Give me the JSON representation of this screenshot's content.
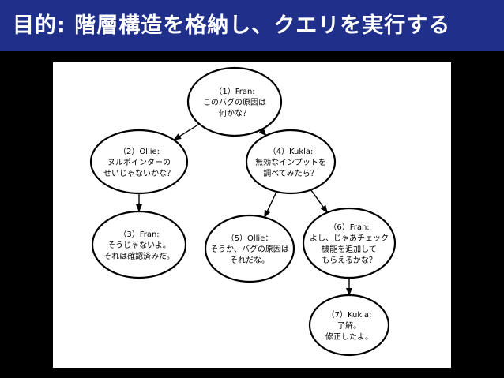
{
  "header": {
    "title": "目的: 階層構造を格納し、クエリを実行する"
  },
  "colors": {
    "header_background": "#1f2f8a",
    "page_background": "#000000",
    "panel_background": "#ffffff",
    "node_stroke": "#000000"
  },
  "diagram": {
    "nodes": [
      {
        "id": "1",
        "lines": [
          "（1）Fran:",
          "このバグの原因は",
          "何かな？"
        ]
      },
      {
        "id": "2",
        "lines": [
          "（2）Ollie:",
          "ヌルポインターの",
          "せいじゃないかな？"
        ]
      },
      {
        "id": "3",
        "lines": [
          "（3）Fran:",
          "そうじゃないよ。",
          "それは確認済みだ。"
        ]
      },
      {
        "id": "4",
        "lines": [
          "（4）Kukla:",
          "無効なインプットを",
          "調べてみたら？"
        ]
      },
      {
        "id": "5",
        "lines": [
          "（5）Ollie：",
          "そうか、バグの原因は",
          "それだな。"
        ]
      },
      {
        "id": "6",
        "lines": [
          "（6）Fran:",
          "よし、じゃあチェック",
          "機能を追加して",
          "もらえるかな？"
        ]
      },
      {
        "id": "7",
        "lines": [
          "（7）Kukla:",
          "了解。",
          "修正したよ。"
        ]
      }
    ],
    "edges": [
      {
        "from": "1",
        "to": "2"
      },
      {
        "from": "1",
        "to": "4"
      },
      {
        "from": "2",
        "to": "3"
      },
      {
        "from": "4",
        "to": "5"
      },
      {
        "from": "4",
        "to": "6"
      },
      {
        "from": "6",
        "to": "7"
      }
    ]
  }
}
